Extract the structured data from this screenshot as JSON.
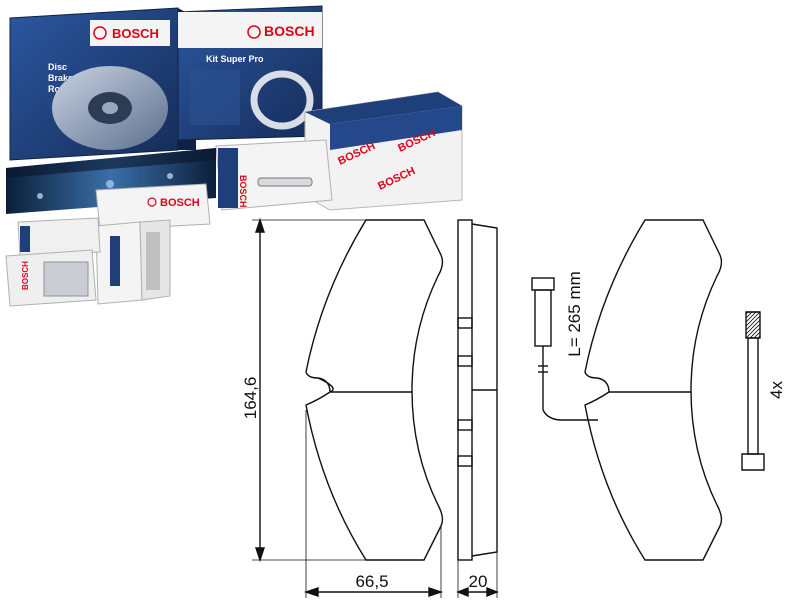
{
  "products": {
    "brand": "BOSCH",
    "rotor_box_label": "Disc\nBrake\nRotor",
    "kit_box_label": "Kit Super Pro"
  },
  "drawing": {
    "height_dim": "164,6",
    "width_dim": "66,5",
    "thickness_dim": "20",
    "wire_length": "L= 265 mm",
    "pin_count": "4x"
  },
  "colors": {
    "box_blue": "#1f3f7a",
    "box_white": "#f3f3f3",
    "brand_red": "#e2001a",
    "line": "#111111"
  }
}
